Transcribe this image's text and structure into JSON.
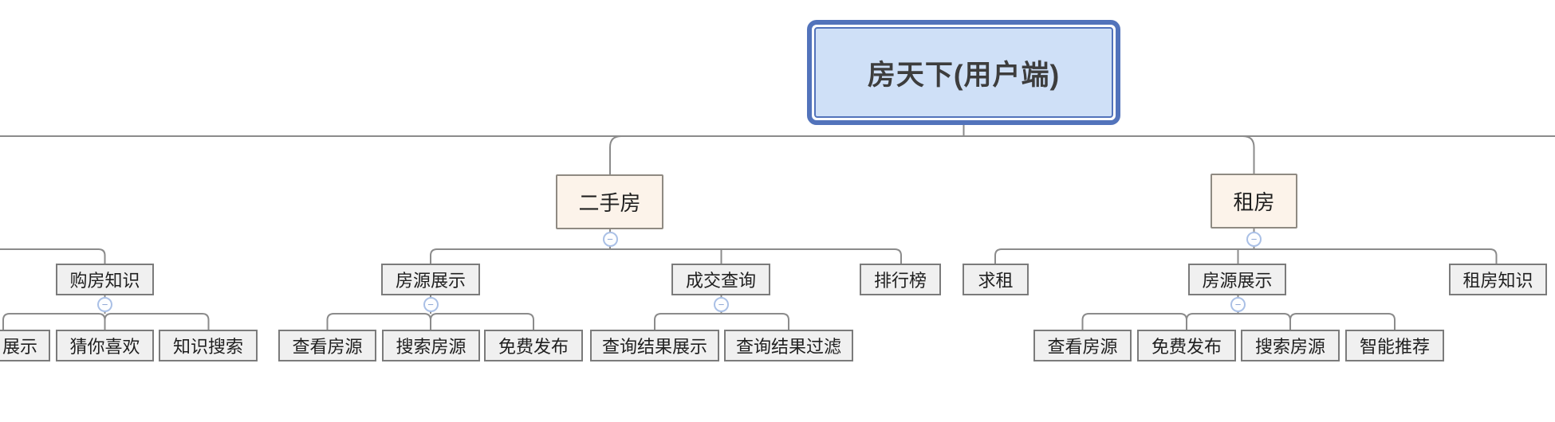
{
  "mindmap": {
    "root": {
      "label": "房天下(用户端)"
    },
    "collapse_glyph": "−",
    "branches": [
      {
        "topics": [
          {
            "label": "购房知识",
            "subtopics": [
              {
                "label": "展示"
              },
              {
                "label": "猜你喜欢"
              },
              {
                "label": "知识搜索"
              }
            ]
          }
        ]
      },
      {
        "label": "二手房",
        "topics": [
          {
            "label": "房源展示",
            "subtopics": [
              {
                "label": "查看房源"
              },
              {
                "label": "搜索房源"
              },
              {
                "label": "免费发布"
              }
            ]
          },
          {
            "label": "成交查询",
            "subtopics": [
              {
                "label": "查询结果展示"
              },
              {
                "label": "查询结果过滤"
              }
            ]
          },
          {
            "label": "排行榜",
            "subtopics": []
          }
        ]
      },
      {
        "label": "租房",
        "topics": [
          {
            "label": "求租",
            "subtopics": []
          },
          {
            "label": "房源展示",
            "subtopics": [
              {
                "label": "查看房源"
              },
              {
                "label": "免费发布"
              },
              {
                "label": "搜索房源"
              },
              {
                "label": "智能推荐"
              }
            ]
          },
          {
            "label": "租房知识",
            "subtopics": []
          }
        ]
      }
    ],
    "colors": {
      "root_border": "#5273bb",
      "root_fill": "#cfe0f7",
      "root_text": "#3d3d3d",
      "branch_fill": "#fcf3ea",
      "branch_border": "#8f8a82",
      "topic_fill": "#f0f0f0",
      "topic_border": "#7b7b7b",
      "topic_text": "#1f1f1f",
      "connector": "#8b8b8b",
      "collapse_border": "#aac0e6",
      "collapse_glyph": "#8aa3d2"
    }
  }
}
